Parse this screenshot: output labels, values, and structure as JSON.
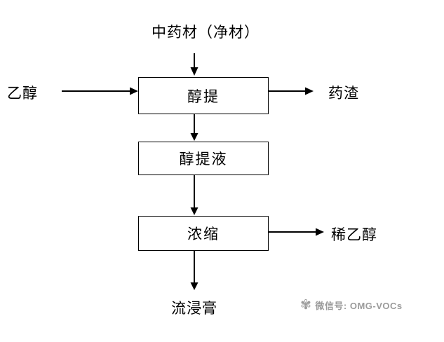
{
  "flowchart": {
    "source_label": "中药材（净材）",
    "boxes": [
      {
        "label": "醇提"
      },
      {
        "label": "醇提液"
      },
      {
        "label": "浓缩"
      }
    ],
    "side_labels": {
      "input_left": "乙醇",
      "output_right_top": "药渣",
      "output_right_bottom": "稀乙醇",
      "output_bottom": "流浸膏"
    },
    "colors": {
      "line": "#000000",
      "box_border": "#000000",
      "background": "#ffffff",
      "watermark": "#9b9b9b"
    },
    "watermark": {
      "icon": "wechat-stamp",
      "text": "微信号: OMG-VOCs"
    }
  }
}
